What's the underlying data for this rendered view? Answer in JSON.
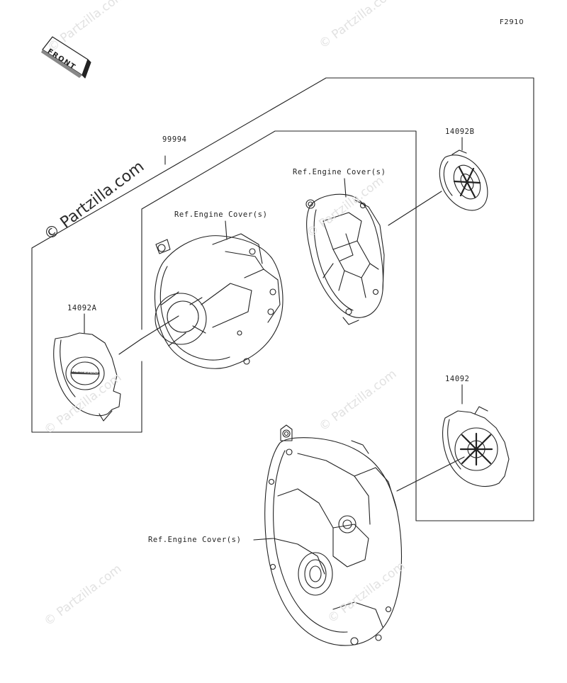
{
  "figure_code": "F2910",
  "front_indicator": "FRONT",
  "labels": {
    "kit": "99994",
    "cover_left": "14092A",
    "cover_right_top": "14092B",
    "cover_right_bottom": "14092",
    "ref_left": "Ref.Engine Cover(s)",
    "ref_middle": "Ref.Engine Cover(s)",
    "ref_bottom": "Ref.Engine Cover(s)"
  },
  "cover_logo": "Kawasaki",
  "watermark": {
    "main": "© Partzilla.com",
    "faint": "© Partzilla.com"
  },
  "colors": {
    "line": "#222222",
    "watermark_faint": "#e2e2e2",
    "background": "#ffffff"
  }
}
